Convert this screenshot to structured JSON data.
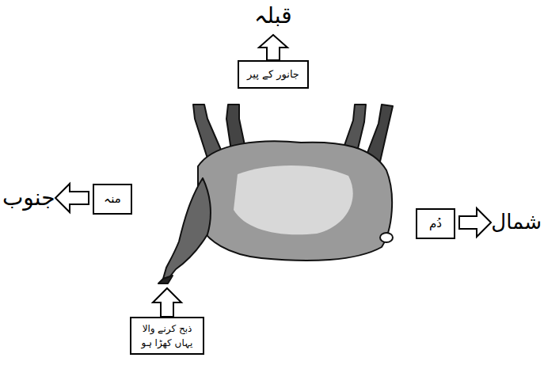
{
  "diagram": {
    "nodes": [
      {
        "text": [
          "جانور کے پیر"
        ]
      },
      {
        "text": [
          "منہ"
        ]
      },
      {
        "text": [
          "دُم"
        ]
      },
      {
        "text": [
          "ذبح کرنے والا یہاں کھڑا ہو"
        ]
      }
    ],
    "labels": [
      "قبلہ",
      "جنوب",
      "شمال"
    ]
  }
}
